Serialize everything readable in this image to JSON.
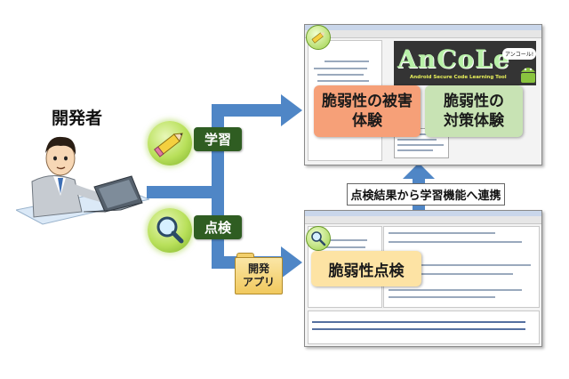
{
  "developer": {
    "label": "開発者"
  },
  "steps": {
    "learn": "学習",
    "inspect": "点検"
  },
  "app_folder": {
    "line1": "開発",
    "line2": "アプリ"
  },
  "top_screen": {
    "logo_text": "AnCoLe",
    "tagline": "Android Secure Code Learning Tool",
    "speech": "アンコール!"
  },
  "overlays": {
    "damage": {
      "line1": "脆弱性の被害",
      "line2": "体験"
    },
    "countermeasure": {
      "line1": "脆弱性の",
      "line2": "対策体験"
    },
    "check": {
      "label": "脆弱性点検"
    }
  },
  "link_label": "点検結果から学習機能へ連携",
  "colors": {
    "flow": "#4f86c6",
    "step_box": "#2f5d22",
    "damage": "#f6a078",
    "countermeasure": "#c8e3b4",
    "check": "#fde3a4"
  }
}
